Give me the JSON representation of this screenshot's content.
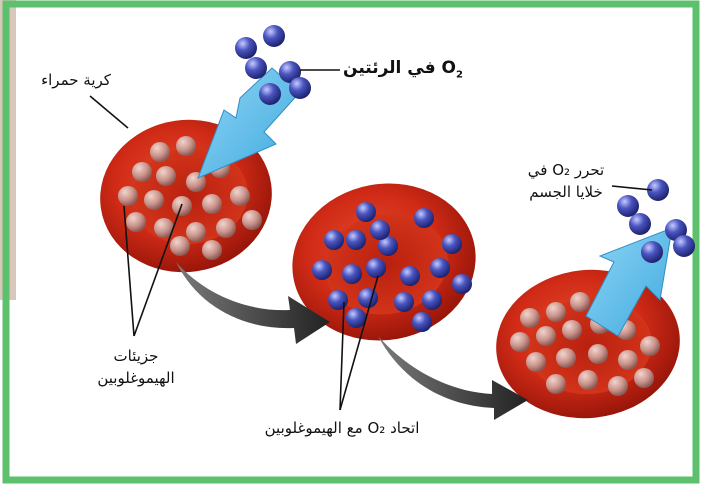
{
  "labels": {
    "o2_lungs": "في الرئتين",
    "red_cell": "كرية حمراء",
    "o2_release_line1": "تحرر O₂ في",
    "o2_release_line2": "خلايا الجسم",
    "hemoglobin_line1": "جزيئات",
    "hemoglobin_line2": "الهيموغلوبين",
    "o2_binding": "اتحاد O₂ مع الهيموغلوبين",
    "o2_symbol": "O",
    "o2_subscript": "2"
  },
  "colors": {
    "frame": "#5cc06c",
    "frame_left_band": "#d9c7bd",
    "cell_red": "#cf2a16",
    "cell_dark": "#8e1208",
    "hemoglobin": "#c9928a",
    "oxygen": "#3f48a8",
    "arrow_blue": "#6fc6ee",
    "arrow_gray": "#444444"
  },
  "icons": [
    "red-blood-cell",
    "oxygen-molecule",
    "flow-arrow"
  ]
}
